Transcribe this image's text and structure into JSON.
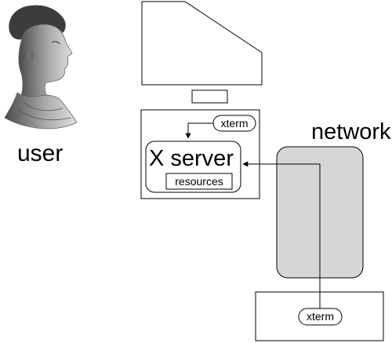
{
  "labels": {
    "user": "user",
    "network": "network",
    "x_server": "X server",
    "resources": "resources",
    "xterm_local": "xterm",
    "xterm_remote": "xterm"
  },
  "icons": {
    "user": "roman-bust-icon",
    "display": "crt-monitor-icon"
  },
  "colors": {
    "network_fill": "#d6d6d6",
    "line": "#000000",
    "bust_shade": "#8a8a8a"
  }
}
